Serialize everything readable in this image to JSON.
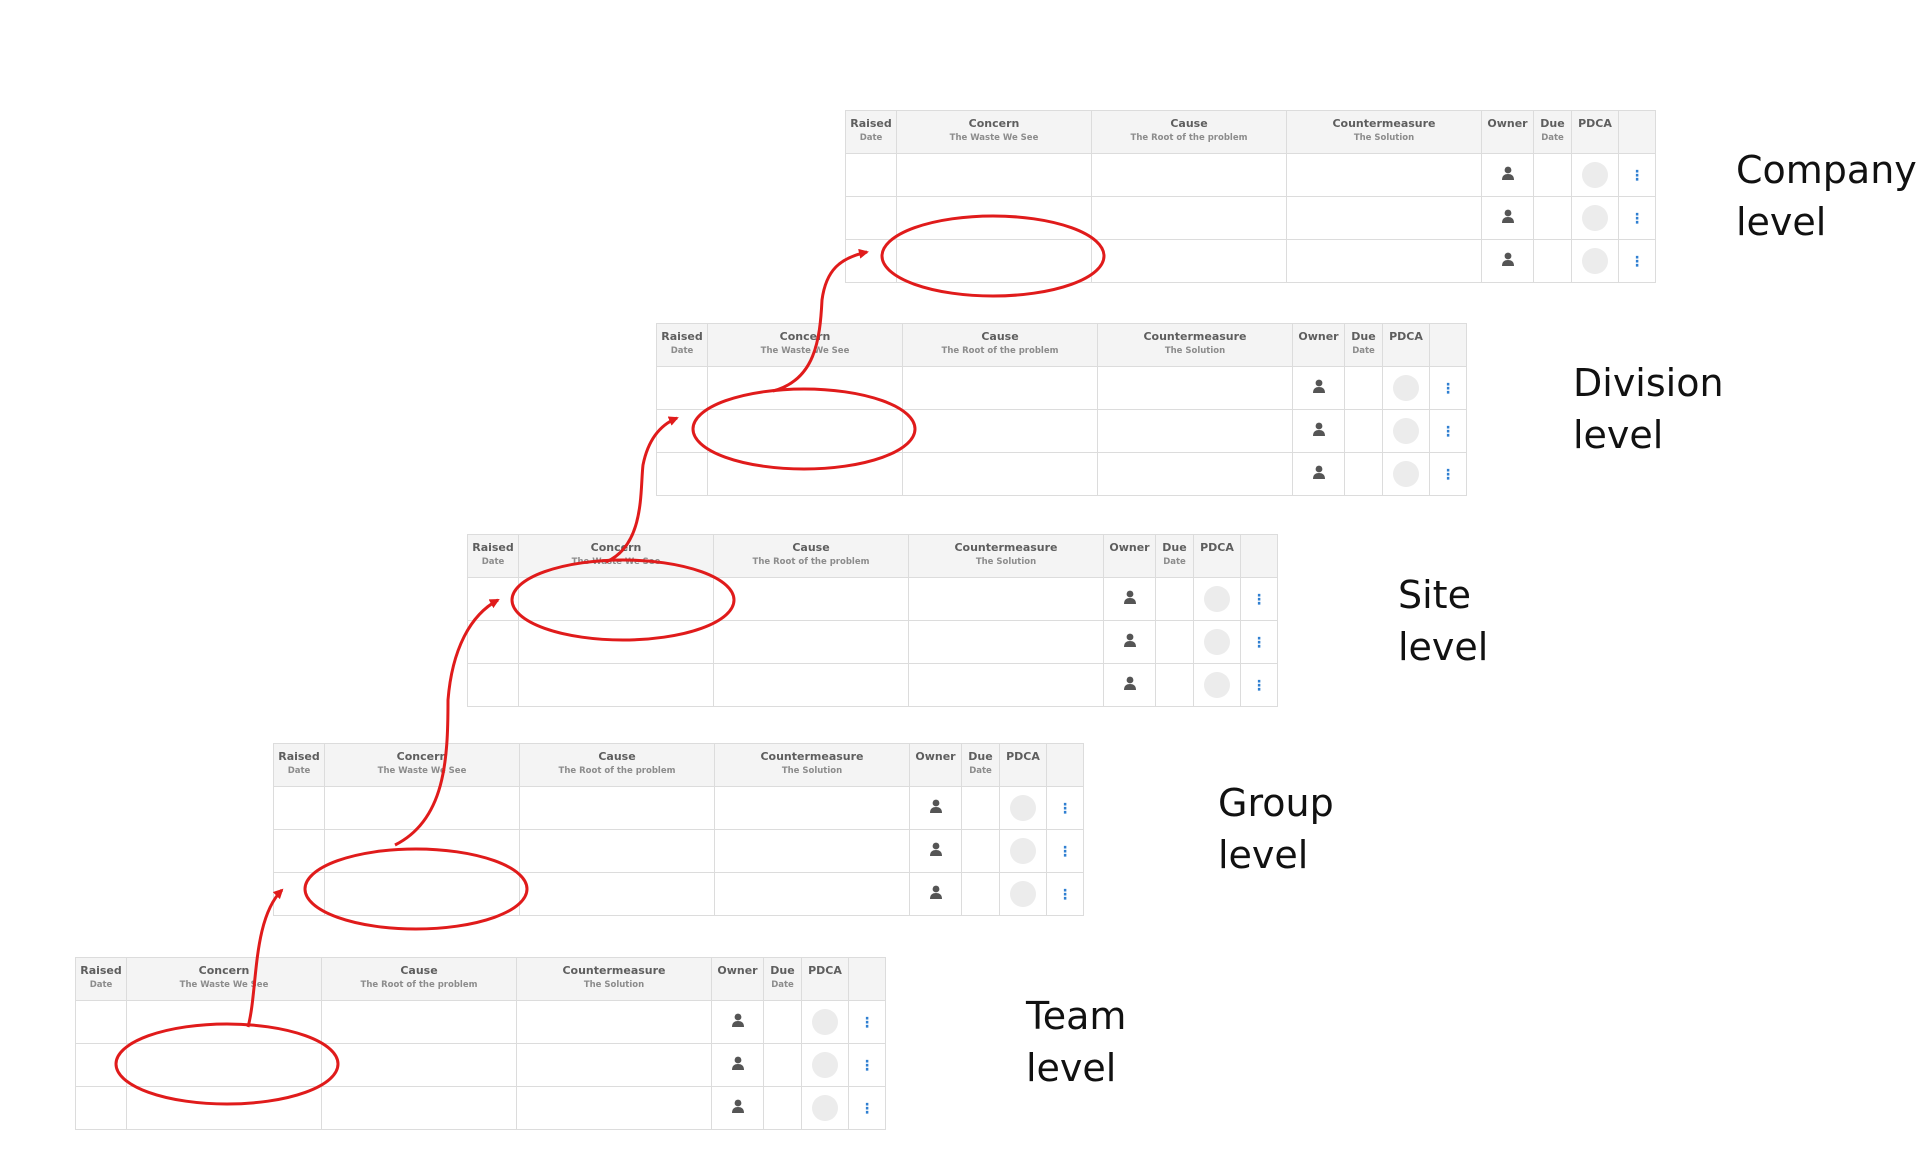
{
  "columns": [
    {
      "title": "Raised",
      "subtitle": "Date"
    },
    {
      "title": "Concern",
      "subtitle": "The Waste We See"
    },
    {
      "title": "Cause",
      "subtitle": "The Root of the problem"
    },
    {
      "title": "Countermeasure",
      "subtitle": "The Solution"
    },
    {
      "title": "Owner",
      "subtitle": ""
    },
    {
      "title": "Due",
      "subtitle": "Date"
    },
    {
      "title": "PDCA",
      "subtitle": ""
    },
    {
      "title": "",
      "subtitle": ""
    }
  ],
  "menu_glyph": "⋮",
  "tiers": [
    {
      "id": "company",
      "label": "Company\nlevel",
      "rows": 3
    },
    {
      "id": "division",
      "label": "Division\nlevel",
      "rows": 3
    },
    {
      "id": "site",
      "label": "Site\nlevel",
      "rows": 3
    },
    {
      "id": "group",
      "label": "Group\nlevel",
      "rows": 3
    },
    {
      "id": "team",
      "label": "Team\nlevel",
      "rows": 3
    }
  ],
  "icons": {
    "owner": "person-icon",
    "pdca": "pdca-status-circle",
    "menu": "more-options-icon"
  },
  "colors": {
    "highlight": "#e01b1b",
    "menu": "#2f7fd1",
    "header_bg": "#f4f4f4",
    "grid": "#dcdcdc",
    "owner_icon": "#555555"
  }
}
